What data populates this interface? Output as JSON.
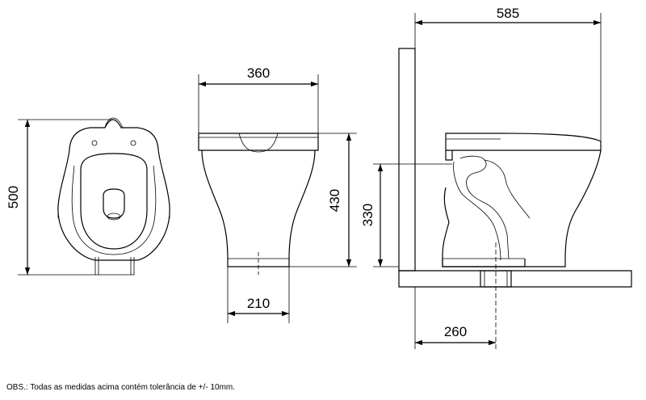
{
  "dimensions": {
    "top_view_length": "500",
    "front_width": "360",
    "front_base_width": "210",
    "front_height": "430",
    "side_outlet_height": "330",
    "side_depth": "585",
    "side_outlet_distance": "260"
  },
  "note": "OBS.: Todas as medidas acima contém tolerância de +/- 10mm."
}
